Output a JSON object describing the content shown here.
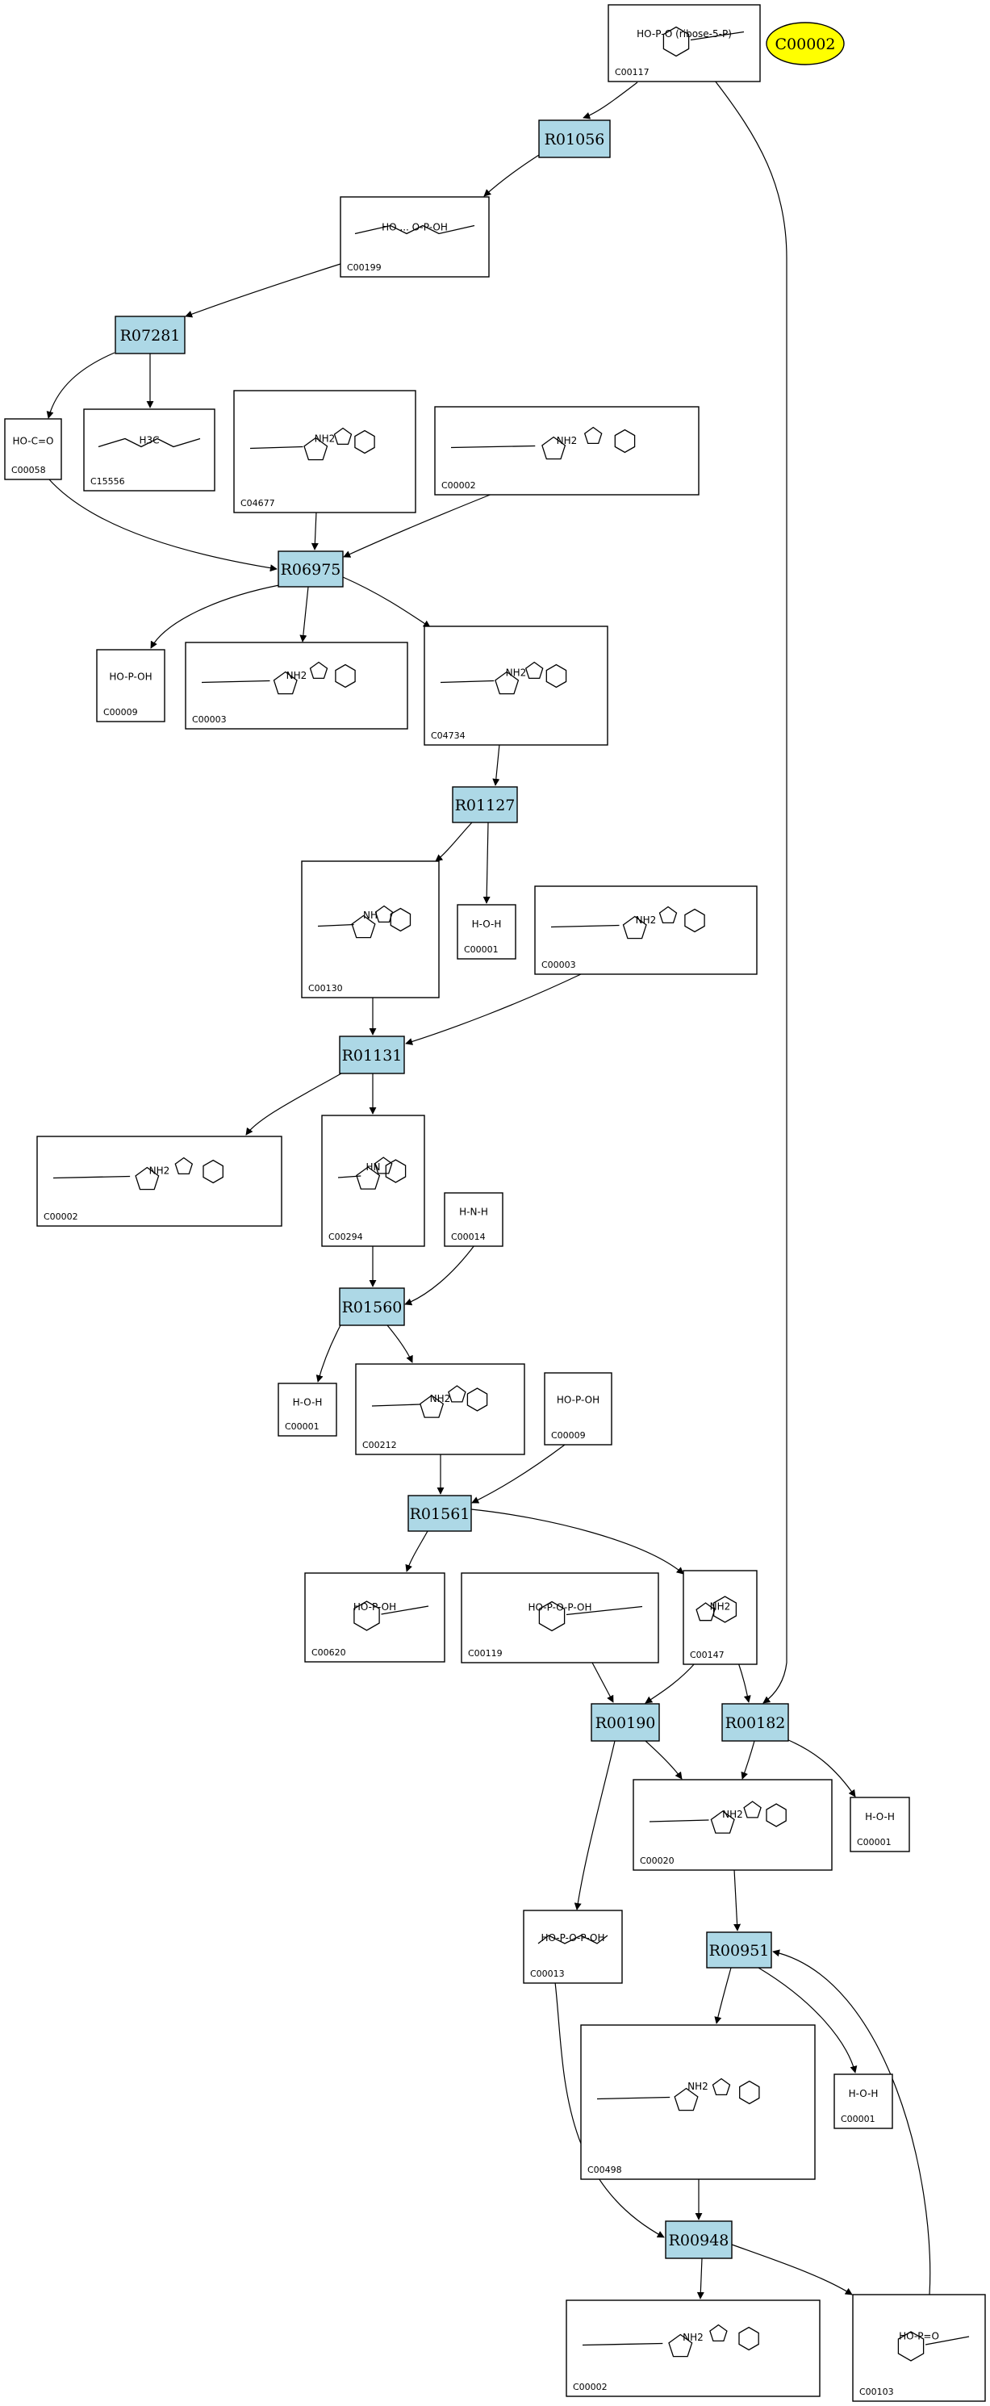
{
  "legend_node": {
    "label": "C00002",
    "color": "#ffff00"
  },
  "colors": {
    "reaction_fill": "#add8e6",
    "compound_fill": "#ffffff",
    "edge": "#000000"
  },
  "reactions": [
    {
      "id": "R01056",
      "label": "R01056"
    },
    {
      "id": "R07281",
      "label": "R07281"
    },
    {
      "id": "R06975",
      "label": "R06975"
    },
    {
      "id": "R01127",
      "label": "R01127"
    },
    {
      "id": "R01131",
      "label": "R01131"
    },
    {
      "id": "R01560",
      "label": "R01560"
    },
    {
      "id": "R01561",
      "label": "R01561"
    },
    {
      "id": "R00190",
      "label": "R00190"
    },
    {
      "id": "R00182",
      "label": "R00182"
    },
    {
      "id": "R00951",
      "label": "R00951"
    },
    {
      "id": "R00948",
      "label": "R00948"
    }
  ],
  "compounds": [
    {
      "id": "n_C00117",
      "label": "C00117",
      "formula": "HO-P-O (ribose-5-P)"
    },
    {
      "id": "n_C00199",
      "label": "C00199",
      "formula": "HO ... O-P-OH"
    },
    {
      "id": "n_C00058",
      "label": "C00058",
      "formula": "HO-C=O"
    },
    {
      "id": "n_C15556",
      "label": "C15556",
      "formula": "H3C"
    },
    {
      "id": "n_C04677",
      "label": "C04677",
      "formula": "NH2"
    },
    {
      "id": "n_C00002a",
      "label": "C00002",
      "formula": "NH2"
    },
    {
      "id": "n_C00009a",
      "label": "C00009",
      "formula": "HO-P-OH"
    },
    {
      "id": "n_C00003",
      "label": "C00003",
      "formula": "NH2"
    },
    {
      "id": "n_C04734",
      "label": "C04734",
      "formula": "NH2"
    },
    {
      "id": "n_C00130",
      "label": "C00130",
      "formula": "NH"
    },
    {
      "id": "n_C00001a",
      "label": "C00001",
      "formula": "H-O-H"
    },
    {
      "id": "n_C00003b",
      "label": "C00003",
      "formula": "NH2"
    },
    {
      "id": "n_C00002b",
      "label": "C00002",
      "formula": "NH2"
    },
    {
      "id": "n_C00294",
      "label": "C00294",
      "formula": "HN"
    },
    {
      "id": "n_C00014",
      "label": "C00014",
      "formula": "H-N-H"
    },
    {
      "id": "n_C00001b",
      "label": "C00001",
      "formula": "H-O-H"
    },
    {
      "id": "n_C00212",
      "label": "C00212",
      "formula": "NH2"
    },
    {
      "id": "n_C00009b",
      "label": "C00009",
      "formula": "HO-P-OH"
    },
    {
      "id": "n_C00620",
      "label": "C00620",
      "formula": "HO-P-OH"
    },
    {
      "id": "n_C00119",
      "label": "C00119",
      "formula": "HO-P-O-P-OH"
    },
    {
      "id": "n_C00147",
      "label": "C00147",
      "formula": "NH2"
    },
    {
      "id": "n_C00020",
      "label": "C00020",
      "formula": "NH2"
    },
    {
      "id": "n_C00001c",
      "label": "C00001",
      "formula": "H-O-H"
    },
    {
      "id": "n_C00013",
      "label": "C00013",
      "formula": "HO-P-O-P-OH"
    },
    {
      "id": "n_C00498",
      "label": "C00498",
      "formula": "NH2"
    },
    {
      "id": "n_C00001d",
      "label": "C00001",
      "formula": "H-O-H"
    },
    {
      "id": "n_C00002c",
      "label": "C00002",
      "formula": "NH2"
    },
    {
      "id": "n_C00103",
      "label": "C00103",
      "formula": "HO-P=O"
    }
  ],
  "edges": [
    {
      "from": "n_C00117",
      "to": "R01056"
    },
    {
      "from": "n_C00117",
      "to": "R00182"
    },
    {
      "from": "R01056",
      "to": "n_C00199"
    },
    {
      "from": "n_C00199",
      "to": "R07281"
    },
    {
      "from": "R07281",
      "to": "n_C00058"
    },
    {
      "from": "R07281",
      "to": "n_C15556"
    },
    {
      "from": "n_C00058",
      "to": "R06975"
    },
    {
      "from": "n_C04677",
      "to": "R06975"
    },
    {
      "from": "n_C00002a",
      "to": "R06975"
    },
    {
      "from": "R06975",
      "to": "n_C00009a"
    },
    {
      "from": "R06975",
      "to": "n_C00003"
    },
    {
      "from": "R06975",
      "to": "n_C04734"
    },
    {
      "from": "n_C04734",
      "to": "R01127"
    },
    {
      "from": "R01127",
      "to": "n_C00130"
    },
    {
      "from": "R01127",
      "to": "n_C00001a"
    },
    {
      "from": "n_C00130",
      "to": "R01131"
    },
    {
      "from": "n_C00003b",
      "to": "R01131"
    },
    {
      "from": "R01131",
      "to": "n_C00002b"
    },
    {
      "from": "R01131",
      "to": "n_C00294"
    },
    {
      "from": "n_C00294",
      "to": "R01560"
    },
    {
      "from": "n_C00014",
      "to": "R01560"
    },
    {
      "from": "R01560",
      "to": "n_C00001b"
    },
    {
      "from": "R01560",
      "to": "n_C00212"
    },
    {
      "from": "n_C00212",
      "to": "R01561"
    },
    {
      "from": "n_C00009b",
      "to": "R01561"
    },
    {
      "from": "R01561",
      "to": "n_C00620"
    },
    {
      "from": "R01561",
      "to": "n_C00147"
    },
    {
      "from": "n_C00119",
      "to": "R00190"
    },
    {
      "from": "n_C00147",
      "to": "R00190"
    },
    {
      "from": "n_C00147",
      "to": "R00182"
    },
    {
      "from": "R00190",
      "to": "n_C00020"
    },
    {
      "from": "R00190",
      "to": "n_C00013"
    },
    {
      "from": "R00182",
      "to": "n_C00020"
    },
    {
      "from": "R00182",
      "to": "n_C00001c"
    },
    {
      "from": "n_C00020",
      "to": "R00951"
    },
    {
      "from": "R00951",
      "to": "n_C00498"
    },
    {
      "from": "R00951",
      "to": "n_C00001d"
    },
    {
      "from": "n_C00498",
      "to": "R00948"
    },
    {
      "from": "n_C00013",
      "to": "R00948"
    },
    {
      "from": "R00948",
      "to": "n_C00002c"
    },
    {
      "from": "R00948",
      "to": "n_C00103"
    },
    {
      "from": "n_C00103",
      "to": "R00951"
    }
  ]
}
